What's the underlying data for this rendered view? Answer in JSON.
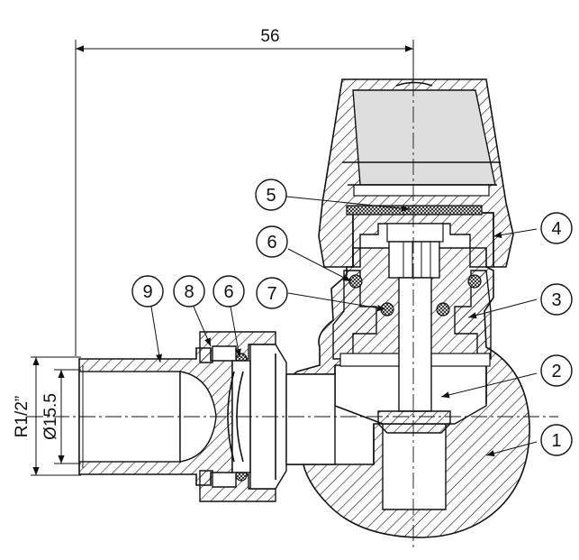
{
  "dimensions": {
    "width_label": "56",
    "thread_label": "R1/2”",
    "diameter_label": "Ø15.5"
  },
  "callouts": [
    {
      "id": "5",
      "text": "5"
    },
    {
      "id": "6a",
      "text": "6"
    },
    {
      "id": "7",
      "text": "7"
    },
    {
      "id": "9",
      "text": "9"
    },
    {
      "id": "8",
      "text": "8"
    },
    {
      "id": "6b",
      "text": "6"
    },
    {
      "id": "4",
      "text": "4"
    },
    {
      "id": "3",
      "text": "3"
    },
    {
      "id": "2",
      "text": "2"
    },
    {
      "id": "1",
      "text": "1"
    }
  ],
  "colors": {
    "line": "#111111",
    "background": "#ffffff",
    "cap_shade": "#dedede"
  }
}
